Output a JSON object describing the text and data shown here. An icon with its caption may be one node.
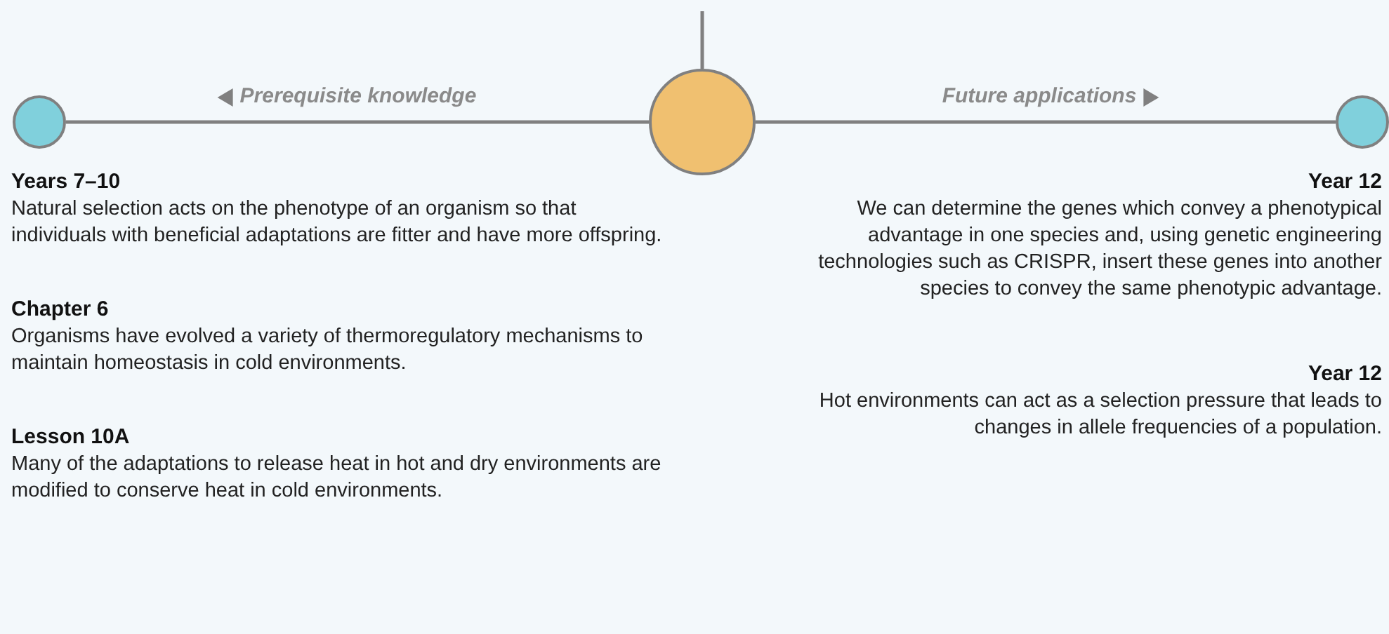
{
  "diagram": {
    "nodes": [
      {
        "text": [],
        "shape": "circle",
        "beside": [
          "Years 7–10",
          "Natural selection acts on the phenotype of an organism so that individuals with beneficial adaptations are fitter and have more offspring.",
          "Chapter 6",
          "Organisms have evolved a variety of thermoregulatory mechanisms to maintain homeostasis in cold environments.",
          "Lesson 10A",
          "Many of the adaptations to release heat in hot and dry environments are modified to conserve heat in cold environments."
        ]
      },
      {
        "text": [],
        "shape": "circle"
      },
      {
        "text": [],
        "shape": "circle",
        "beside": [
          "Year 12",
          "We can determine the genes which convey a phenotypical advantage in one species and, using genetic engineering technologies such as CRISPR, insert these genes into another species to convey the same phenotypic advantage.",
          "Year 12",
          "Hot environments can act as a selection pressure that leads to changes in allele frequencies of a population."
        ]
      }
    ],
    "edges": [
      {
        "from": null,
        "to": 1,
        "arrow": "none"
      },
      {
        "from": 1,
        "to": 0,
        "arrow": "none",
        "label": "Prerequisite knowledge"
      },
      {
        "from": 1,
        "to": 2,
        "arrow": "none",
        "label": "Future applications"
      }
    ]
  }
}
